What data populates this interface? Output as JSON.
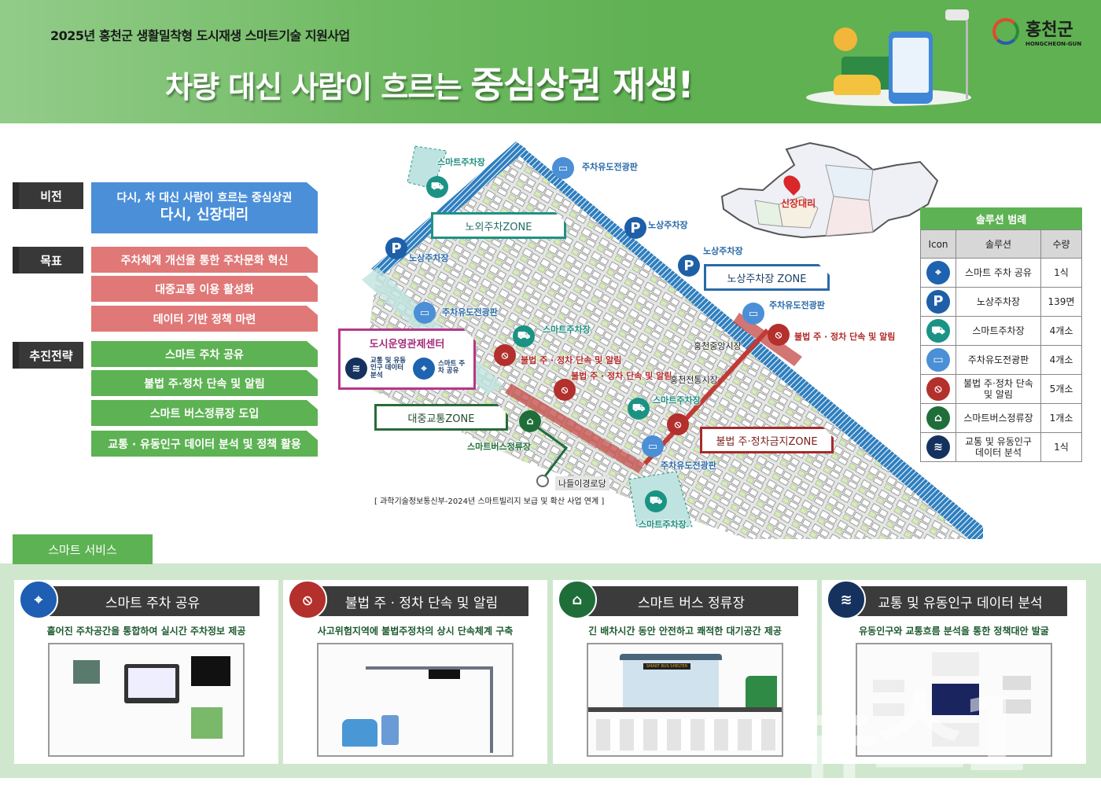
{
  "header": {
    "subtitle": "2025년 홍천군 생활밀착형 도시재생 스마트기술 지원사업",
    "title_part1": "차량 대신 사람이 흐르는 ",
    "title_part2": "중심상권 재생!",
    "logo_ko": "홍천군",
    "logo_en": "HONGCHEON-GUN"
  },
  "left_panel": {
    "vision": {
      "label": "비전",
      "line1": "다시, 차 대신 사람이 흐르는 중심상권",
      "line2": "다시, 신장대리"
    },
    "goals": {
      "label": "목표",
      "items": [
        "주차체계 개선을 통한 주차문화 혁신",
        "대중교통 이용 활성화",
        "데이터 기반 정책 마련"
      ]
    },
    "strategies": {
      "label": "추진전략",
      "items": [
        "스마트 주차 공유",
        "불법 주·정차  단속 및 알림",
        "스마트 버스정류장 도입",
        "교통 · 유동인구 데이터 분석 및 정책 활용"
      ]
    }
  },
  "map": {
    "zones": {
      "offstreet": "노외주차ZONE",
      "onstreet": "노상주차장 ZONE",
      "transit": "대중교통ZONE",
      "no_parking": "불법 주·정차금지ZONE"
    },
    "control_center": {
      "title": "도시운영관제센터",
      "item1": "교통 및 유동인구 데이터 분석",
      "item2": "스마트 주차 공유"
    },
    "labels": {
      "smart_parking": "스마트주차장",
      "guide_board": "주차유도전광판",
      "onstreet_parking": "노상주차장",
      "enforcement": "불법 주 · 정차 단속 및 알림",
      "bus_stop": "스마트버스정류장",
      "central_market": "홍천중앙시장",
      "traditional_market": "홍천전통시장",
      "senior_center": "나들이경로당",
      "note": "[ 과학기술정보통신부-2024년 스마트빌리지 보급 및 확산 사업 연계 ]"
    },
    "region_label": "신장대리"
  },
  "legend": {
    "title": "솔루션  범례",
    "headers": [
      "Icon",
      "솔루션",
      "수량"
    ],
    "rows": [
      {
        "icon": "smart-parking-share-icon",
        "name": "스마트 주차 공유",
        "qty": "1식",
        "color": "#1e63b0"
      },
      {
        "icon": "onstreet-parking-icon",
        "name": "노상주차장",
        "qty": "139면",
        "color": "#1e5fa8"
      },
      {
        "icon": "smart-parking-lot-icon",
        "name": "스마트주차장",
        "qty": "4개소",
        "color": "#1a9384"
      },
      {
        "icon": "guide-board-icon",
        "name": "주차유도전광판",
        "qty": "4개소",
        "color": "#4b8fd6"
      },
      {
        "icon": "enforcement-icon",
        "name": "불법 주·정차 단속 및 알림",
        "qty": "5개소",
        "color": "#b3302c"
      },
      {
        "icon": "smart-bus-stop-icon",
        "name": "스마트버스정류장",
        "qty": "1개소",
        "color": "#1f6e3a"
      },
      {
        "icon": "data-analysis-icon",
        "name": "교통 및 유동인구 데이터 분석",
        "qty": "1식",
        "color": "#15325f"
      }
    ]
  },
  "services": {
    "tab": "스마트 서비스",
    "cards": [
      {
        "title": "스마트 주차 공유",
        "desc": "흩어진 주차공간을 통합하여 실시간 주차정보 제공",
        "color": "#1e5fb3"
      },
      {
        "title": "불법 주 · 정차 단속 및 알림",
        "desc": "사고위험지역에 불법주정차의 상시 단속체계 구축",
        "color": "#b3302c"
      },
      {
        "title": "스마트 버스 정류장",
        "desc": "긴 배차시간 동안 안전하고 쾌적한 대기공간 제공",
        "color": "#1f6e3a"
      },
      {
        "title": "교통 및 유동인구 데이터 분석",
        "desc": "유동인구와 교통흐름 분석을 통한 정책대안 발굴",
        "color": "#15325f"
      }
    ],
    "bus_shelter_sign": "SMART BUS SHELTER"
  }
}
